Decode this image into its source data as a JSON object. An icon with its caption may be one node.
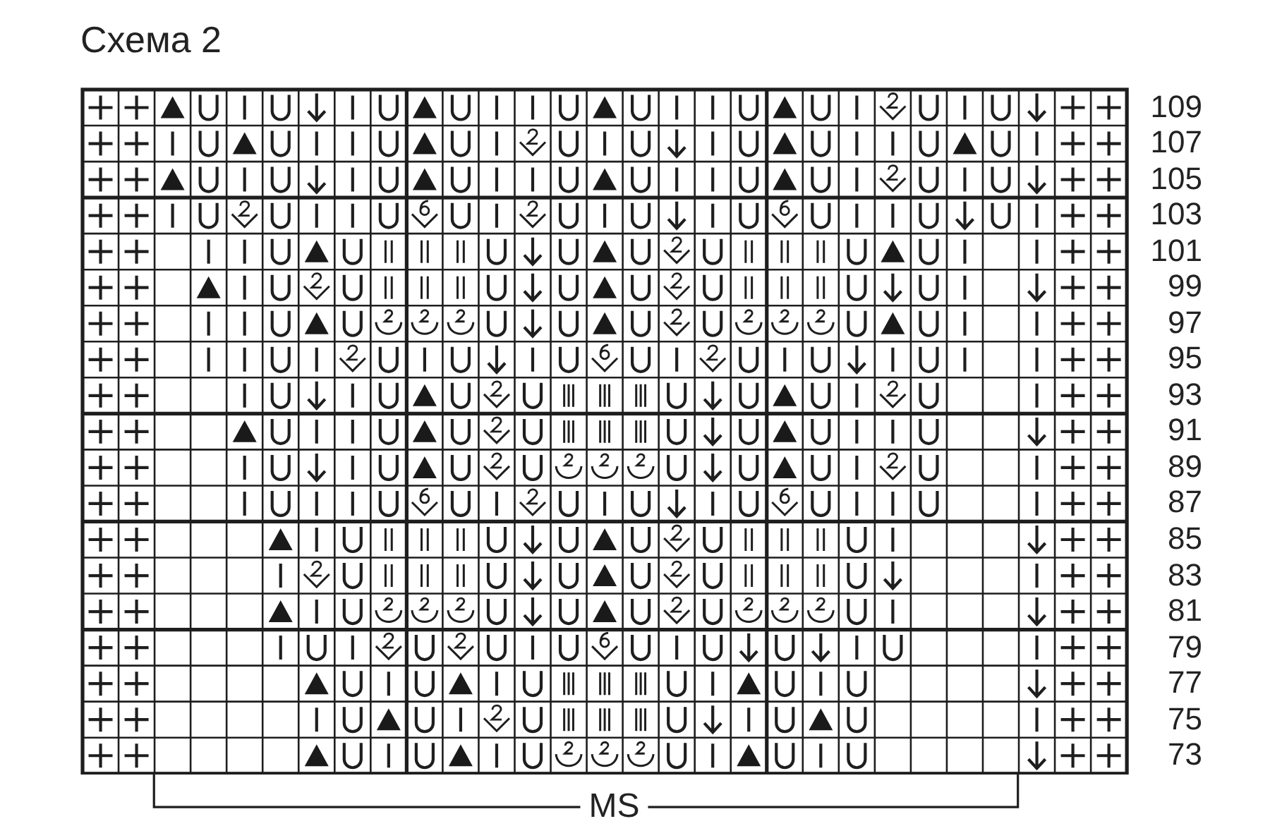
{
  "diagram": {
    "title": "Схема 2",
    "labels": [
      "109",
      "107",
      "105",
      "103",
      "101",
      "99",
      "97",
      "95",
      "93",
      "91",
      "89",
      "87",
      "85",
      "83",
      "81",
      "79",
      "77",
      "75",
      "73",
      "MS"
    ]
  }
}
